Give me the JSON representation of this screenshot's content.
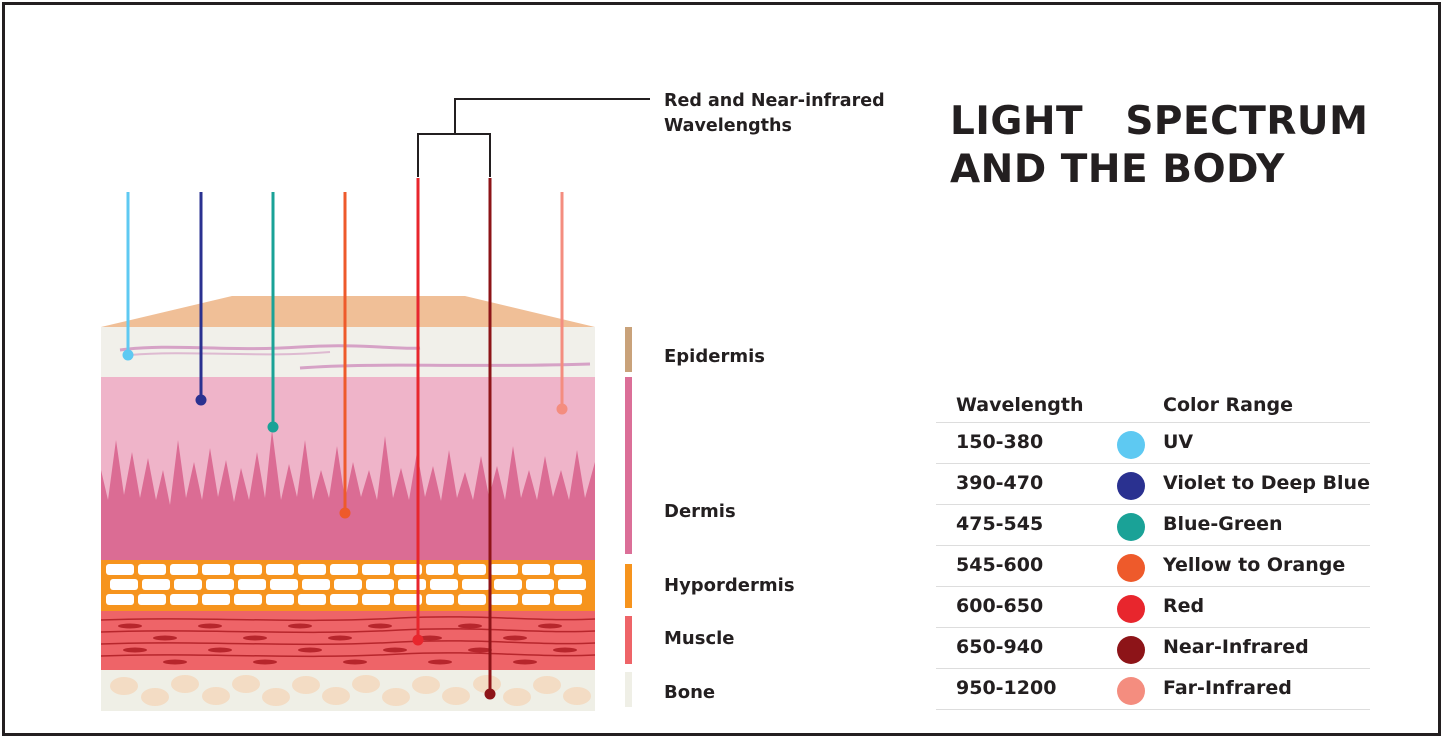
{
  "title": {
    "line1": "LIGHT   SPECTRUM",
    "line2": "AND THE BODY"
  },
  "callout": {
    "line1": "Red and Near-infrared",
    "line2": "Wavelengths"
  },
  "layers": [
    {
      "name": "Epidermis",
      "color": "#c9a27a"
    },
    {
      "name": "Dermis",
      "color": "#db6f98"
    },
    {
      "name": "Hypordermis",
      "color": "#f6941d"
    },
    {
      "name": "Muscle",
      "color": "#ee6468"
    },
    {
      "name": "Bone",
      "color": "#efefe6"
    }
  ],
  "table": {
    "headers": {
      "wavelength": "Wavelength",
      "color_range": "Color Range"
    },
    "rows": [
      {
        "wavelength": "150-380",
        "range": "UV",
        "color": "#5ec9f2"
      },
      {
        "wavelength": "390-470",
        "range": "Violet to Deep Blue",
        "color": "#2a3190"
      },
      {
        "wavelength": "475-545",
        "range": "Blue-Green",
        "color": "#1aa297"
      },
      {
        "wavelength": "545-600",
        "range": "Yellow to Orange",
        "color": "#ee5a2b"
      },
      {
        "wavelength": "600-650",
        "range": "Red",
        "color": "#e8262d"
      },
      {
        "wavelength": "650-940",
        "range": "Near-Infrared",
        "color": "#8d1418"
      },
      {
        "wavelength": "950-1200",
        "range": "Far-Infrared",
        "color": "#f48d7f"
      }
    ]
  }
}
